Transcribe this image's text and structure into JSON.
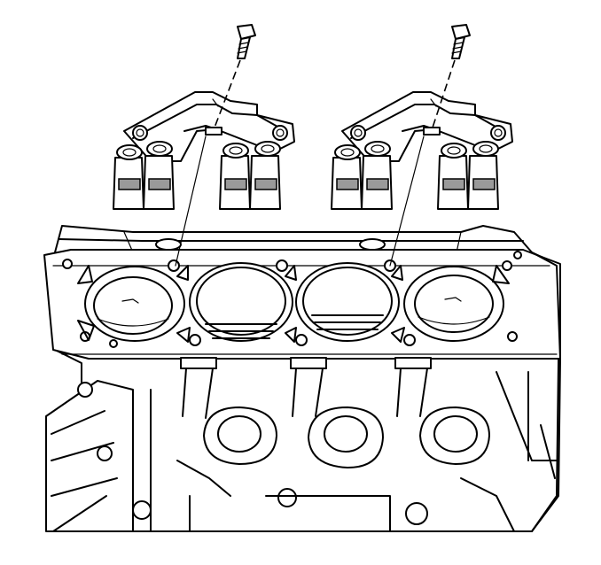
{
  "figure": {
    "type": "technical-exploded-view",
    "background": "#ffffff",
    "line_color": "#000000",
    "parts": [
      "engine-block",
      "cylinder-bore",
      "valve-lifter-guide",
      "guide-bolt",
      "lifter"
    ],
    "counts": {
      "cylinder_bores": 4,
      "lifter_guides": 2,
      "bolts": 2,
      "lifters_per_guide": 4
    }
  }
}
